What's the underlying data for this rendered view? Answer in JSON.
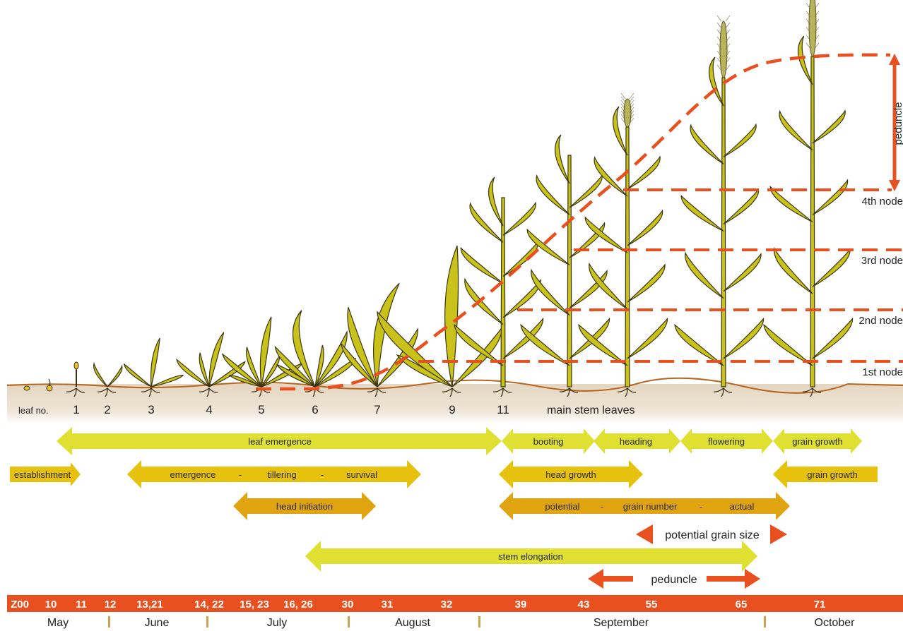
{
  "colors": {
    "soil": "#e8dccb",
    "soil_line": "#b5651d",
    "plant": "#c9c21a",
    "plant_outline": "#3a3510",
    "dashed": "#e8511f",
    "arrow_lime": "#dfe031",
    "arrow_yellow": "#e6c20f",
    "arrow_gold": "#e0a411",
    "arrow_orange": "#e8511f",
    "bar": "#e8511f",
    "divider": "#c9a44a"
  },
  "node_labels": [
    "4th node",
    "3rd node",
    "2nd node",
    "1st node"
  ],
  "peduncle_vertical_label": "peduncle",
  "leaf_no_label": "leaf no.",
  "leaf_numbers": [
    "1",
    "2",
    "3",
    "4",
    "5",
    "6",
    "7",
    "9",
    "11"
  ],
  "main_stem_leaves_label": "main stem leaves",
  "arrows": {
    "leaf_emergence": "leaf emergence",
    "booting": "booting",
    "heading": "heading",
    "flowering": "flowering",
    "grain_growth_1": "grain growth",
    "establishment": "establishment",
    "emergence": "emergence",
    "dash_1": "-",
    "tillering": "tillering",
    "dash_2": "-",
    "survival": "survival",
    "head_growth": "head growth",
    "grain_growth_2": "grain growth",
    "head_initiation": "head initiation",
    "potential": "potential",
    "dash_3": "-",
    "grain_number": "grain number",
    "dash_4": "-",
    "actual": "actual",
    "potential_grain_size": "potential grain size",
    "stem_elongation": "stem elongation",
    "peduncle": "peduncle"
  },
  "zadoks_codes": [
    "Z00",
    "10",
    "11",
    "12",
    "13,21",
    "14, 22",
    "15, 23",
    "16, 26",
    "30",
    "31",
    "32",
    "39",
    "43",
    "55",
    "65",
    "71"
  ],
  "months": [
    "May",
    "June",
    "July",
    "August",
    "September",
    "October"
  ]
}
